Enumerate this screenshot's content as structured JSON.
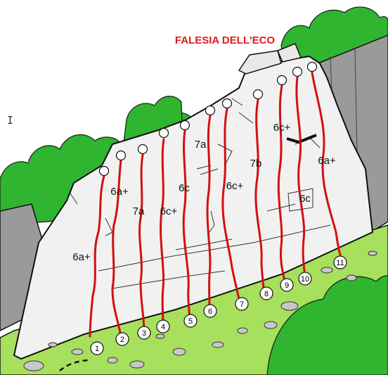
{
  "title": "FALESIA DELL'ECO",
  "colors": {
    "route": "#d40f0f",
    "title": "#e11b1b",
    "rock": "#f1f1f1",
    "side_rock": "#9a9a9a",
    "grass": "#a6e05c",
    "trees": "#2fb52f",
    "bolt_fill": "#ffffff",
    "outline": "#111111"
  },
  "routes": [
    {
      "number": "1",
      "grade": "6a+"
    },
    {
      "number": "2",
      "grade": "6a+"
    },
    {
      "number": "3",
      "grade": "7a"
    },
    {
      "number": "4",
      "grade": "6c+"
    },
    {
      "number": "5",
      "grade": "6c"
    },
    {
      "number": "6",
      "grade": "7a"
    },
    {
      "number": "7",
      "grade": "6c+"
    },
    {
      "number": "8",
      "grade": "7b"
    },
    {
      "number": "9",
      "grade": "6c+"
    },
    {
      "number": "10",
      "grade": "6c"
    },
    {
      "number": "11",
      "grade": "6a+"
    }
  ],
  "icons": [
    "text-cursor-icon"
  ]
}
